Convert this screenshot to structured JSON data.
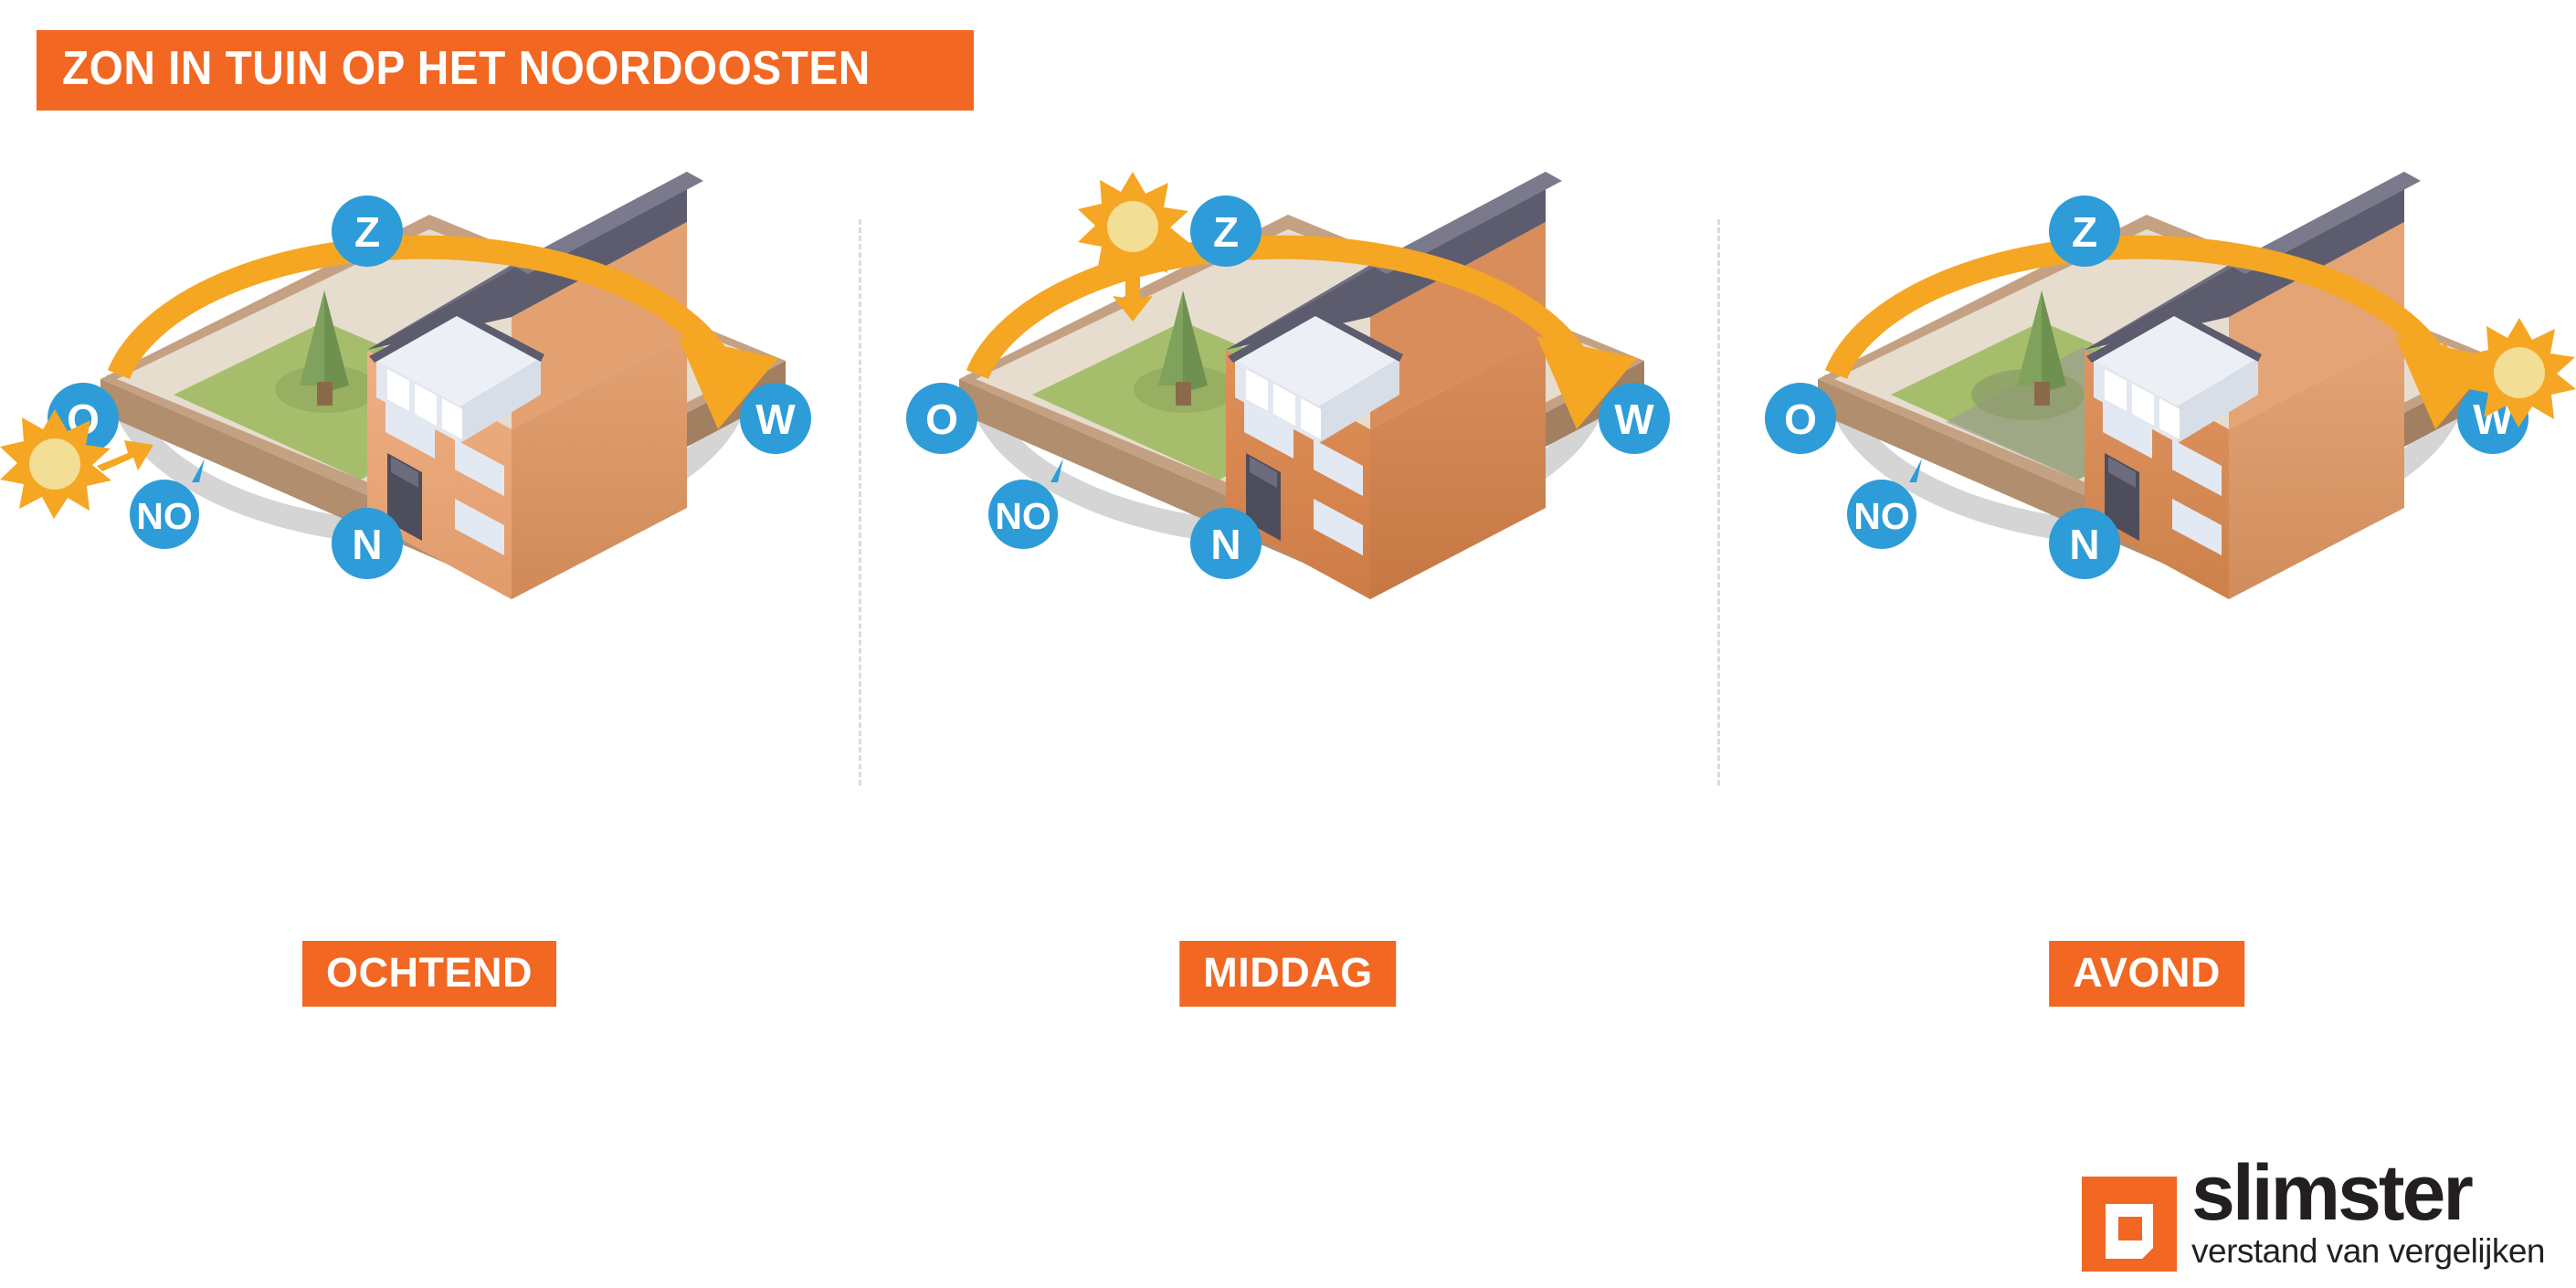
{
  "title": {
    "text": "ZON IN TUIN OP HET NOORDOOSTEN",
    "background_color": "#F26722",
    "text_color": "#FFFFFF"
  },
  "colors": {
    "orange": "#F26722",
    "sun_arc_orange": "#F5A623",
    "arc_gray": "#D5D5D5",
    "badge_blue": "#2D9CD8",
    "sun_core": "#F2DE95",
    "house_wall_light": "#E9A675",
    "house_wall_dark": "#D4885A",
    "roof_dark": "#5C5C6E",
    "roof_light": "#6E6E80",
    "lawn_green": "#A6BE6C",
    "plot_beige": "#E6DDCF",
    "plot_edge": "#C4A183",
    "divider_gray": "#DCDCDC",
    "logo_dark": "#231F20"
  },
  "compass": {
    "south": "Z",
    "north": "N",
    "east": "O",
    "west": "W",
    "northeast": "NO"
  },
  "panels": [
    {
      "id": "ochtend",
      "time_label": "OCHTEND",
      "sun_position": "east-low",
      "sun_arrow_direction": "up-right",
      "sun_icon": "sun-icon",
      "arrow_icon": "arrow-up-right-icon",
      "garden_state": "sunlit",
      "house_state": "shaded"
    },
    {
      "id": "middag",
      "time_label": "MIDDAG",
      "sun_position": "south-high",
      "sun_arrow_direction": "down",
      "sun_icon": "sun-icon",
      "arrow_icon": "arrow-down-icon",
      "garden_state": "shaded-by-house",
      "house_state": "sunlit"
    },
    {
      "id": "avond",
      "time_label": "AVOND",
      "sun_position": "west-low",
      "sun_arrow_direction": "left",
      "sun_icon": "sun-icon",
      "arrow_icon": "arrow-left-icon",
      "garden_state": "shaded",
      "house_state": "lit-side"
    }
  ],
  "arc": {
    "sun_path_label": "sun-path-arc",
    "lit_half": "orange",
    "unlit_half": "gray",
    "arrowhead_at": "W"
  },
  "logo": {
    "word": "slimster",
    "tagline": "verstand van vergelijken",
    "mark": "speech-bubble-square-icon"
  }
}
